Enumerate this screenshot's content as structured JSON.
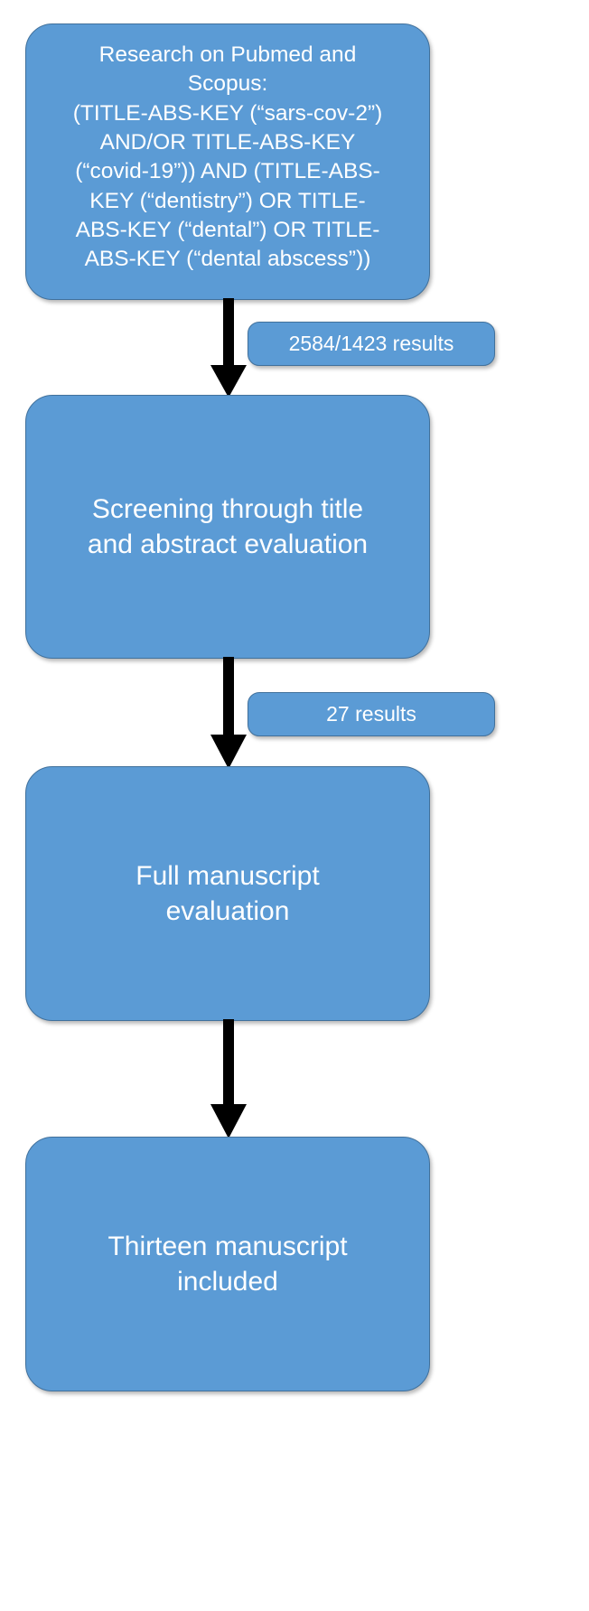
{
  "diagram": {
    "title": "Literature search and screening flowchart",
    "type": "flowchart",
    "orientation": "vertical",
    "colors": {
      "node_fill": "#5b9bd5",
      "node_border": "#41719c",
      "node_text": "#ffffff",
      "arrow": "#000000",
      "background": "#ffffff"
    },
    "nodes": [
      {
        "id": "query",
        "name": "search-query-node",
        "lines": [
          "Research on Pubmed and",
          "Scopus:",
          "(TITLE-ABS-KEY (“sars-cov-2”)",
          "AND/OR TITLE-ABS-KEY",
          "(“covid-19”)) AND (TITLE-ABS-",
          "KEY (“dentistry”) OR TITLE-",
          "ABS-KEY (“dental”) OR TITLE-",
          "ABS-KEY (“dental abscess”))"
        ]
      },
      {
        "id": "screening",
        "name": "screening-node",
        "lines": [
          "Screening through title",
          "and abstract evaluation"
        ]
      },
      {
        "id": "fullms",
        "name": "full-manuscript-node",
        "lines": [
          "Full manuscript",
          "evaluation"
        ]
      },
      {
        "id": "included",
        "name": "included-node",
        "lines": [
          "Thirteen manuscript",
          "included"
        ]
      }
    ],
    "edge_labels": [
      {
        "id": "stage1",
        "name": "results-label-stage-1",
        "text": "2584/1423 results"
      },
      {
        "id": "stage2",
        "name": "results-label-stage-2",
        "text": "27 results"
      }
    ],
    "arrows": [
      {
        "id": "arrow-1",
        "from": "query",
        "to": "screening"
      },
      {
        "id": "arrow-2",
        "from": "screening",
        "to": "fullms"
      },
      {
        "id": "arrow-3",
        "from": "fullms",
        "to": "included"
      }
    ]
  }
}
